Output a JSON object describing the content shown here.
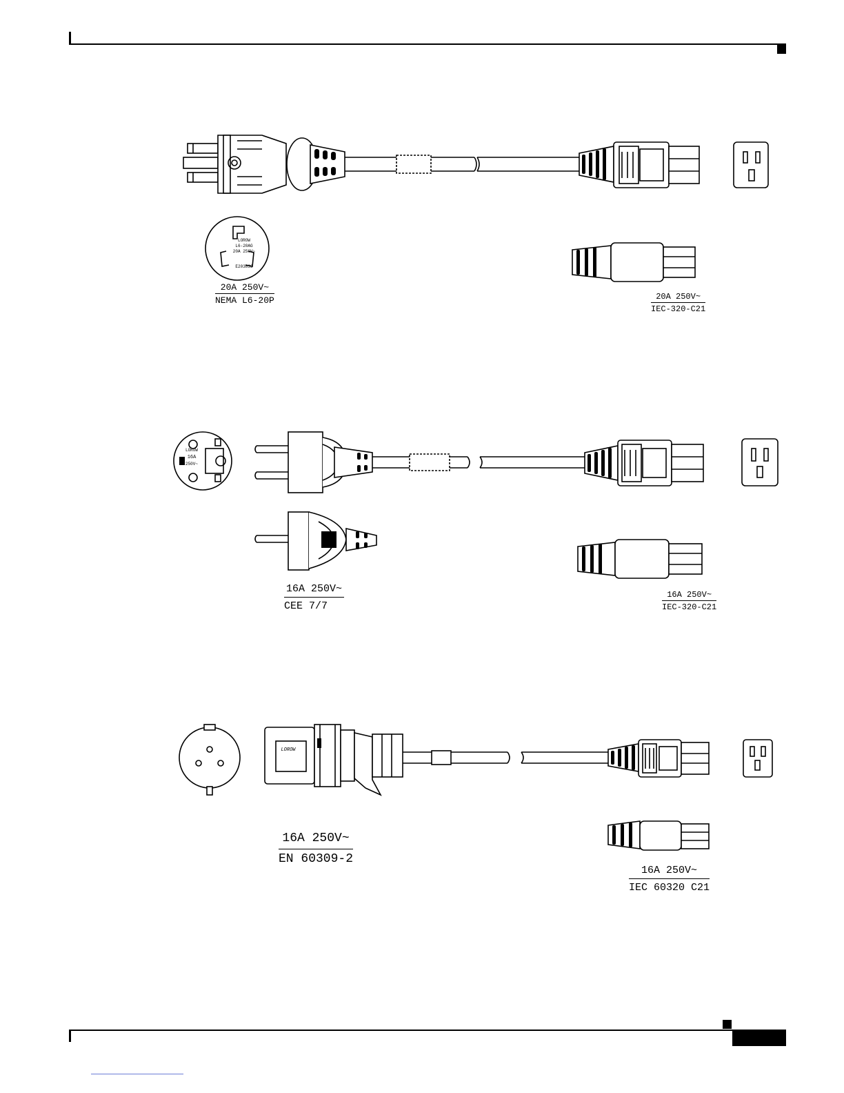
{
  "page": {
    "link_accent": "#6b7bd6"
  },
  "figures": [
    {
      "plug_rating": "20A 250V~",
      "plug_standard": "NEMA L6-20P",
      "plug_face_text": [
        "LOROW",
        "L6-20AG",
        "20A 250V~",
        "E203833"
      ],
      "connector_rating": "20A 250V~",
      "connector_standard": "IEC-320-C21"
    },
    {
      "plug_rating": "16A 250V~",
      "plug_standard": "CEE 7/7",
      "plug_face_text": [
        "LOROW",
        "16A",
        "250V~"
      ],
      "connector_rating": "16A 250V~",
      "connector_standard": "IEC-320-C21"
    },
    {
      "plug_rating": "16A 250V~",
      "plug_standard": "EN 60309-2",
      "plug_face_text": [
        "LOROW"
      ],
      "connector_rating": "16A 250V~",
      "connector_standard": "IEC 60320 C21"
    }
  ]
}
